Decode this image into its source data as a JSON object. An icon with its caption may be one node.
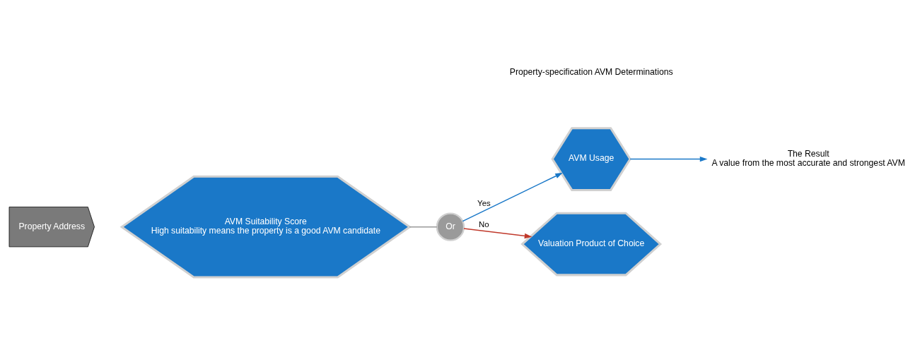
{
  "diagram": {
    "nodes": [
      {
        "text": [
          "Property Address"
        ]
      },
      {
        "text": [
          "AVM Suitability Score",
          "High suitability means the property is a good AVM candidate"
        ]
      },
      {
        "text": [
          "Or"
        ]
      },
      {
        "text": [
          "AVM Usage"
        ]
      },
      {
        "text": [
          "Valuation Product of Choice"
        ]
      },
      {
        "text": [
          "The Result",
          "A value from the most accurate and strongest AVM"
        ]
      }
    ],
    "edges": [
      {
        "from": 1,
        "to": 2,
        "arrow": "none",
        "color": "#9a9a9a"
      },
      {
        "from": 2,
        "to": 3,
        "arrow": "to",
        "label": "Yes"
      },
      {
        "from": 2,
        "to": 4,
        "arrow": "to",
        "label": "No",
        "color": "#c0392b"
      },
      {
        "from": 3,
        "to": 5,
        "arrow": "to"
      }
    ],
    "labels": [
      "Property-specification AVM Determinations"
    ]
  }
}
